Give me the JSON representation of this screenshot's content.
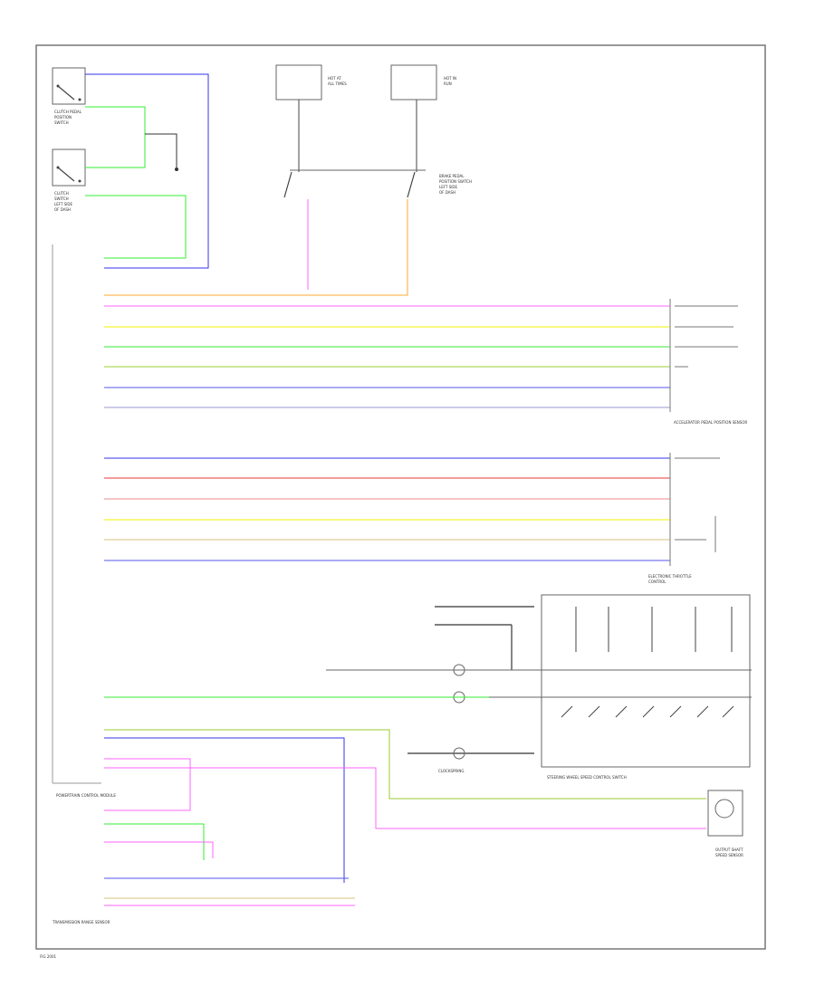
{
  "diagram": {
    "colors": {
      "frame": "#777777",
      "wire_neutral": "#8a8a8a",
      "pink": "#ff66ff",
      "yellow": "#f2f200",
      "green": "#33ee33",
      "blue": "#3333ee",
      "red": "#ee3333",
      "orange": "#ffaa33",
      "tan": "#d8c27a"
    },
    "labels": {
      "top_left_sw1": "CLUTCH PEDAL POSITION SWITCH",
      "top_left_sw2": "CLUTCH SWITCH",
      "top_center_1": "HOT AT ALL TIMES",
      "top_center_2": "HOT IN RUN",
      "brake_sw": "BRAKE PEDAL POSITION SWITCH",
      "pcm_left_top": "POWERTRAIN CONTROL MODULE",
      "accel_pedal": "ACCELERATOR PEDAL POSITION SENSOR",
      "throttle": "ELECTRONIC THROTTLE CONTROL",
      "steering_switch": "STEERING WHEEL SPEED CONTROL SWITCH",
      "clockspring": "CLOCKSPRING",
      "output_shaft": "OUTPUT SHAFT SPEED SENSOR",
      "trans_range": "TRANSMISSION RANGE SENSOR",
      "footer": "FIG 2001"
    }
  }
}
